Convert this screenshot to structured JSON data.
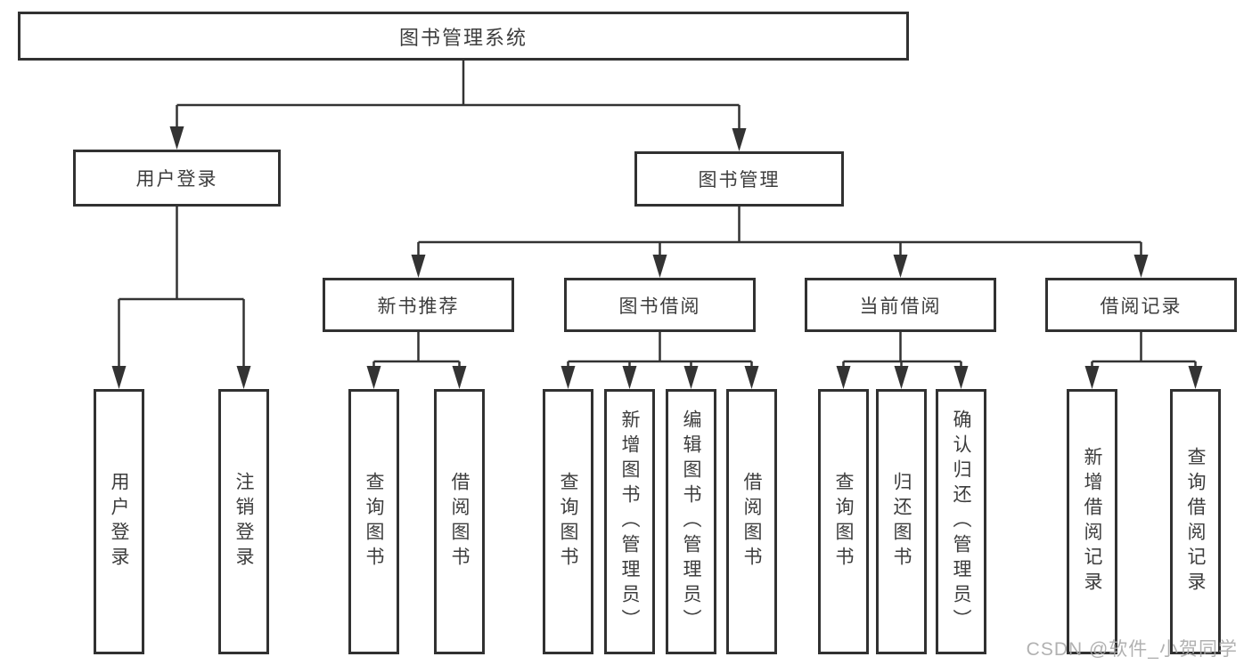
{
  "root": {
    "label": "图书管理系统"
  },
  "branches": [
    {
      "label": "用户登录",
      "leaves": [
        {
          "label": "用户登录"
        },
        {
          "label": "注销登录"
        }
      ]
    },
    {
      "label": "图书管理",
      "groups": [
        {
          "label": "新书推荐",
          "leaves": [
            {
              "label": "查询图书"
            },
            {
              "label": "借阅图书"
            }
          ]
        },
        {
          "label": "图书借阅",
          "leaves": [
            {
              "label": "查询图书"
            },
            {
              "label": "新增图书（管理员）"
            },
            {
              "label": "编辑图书（管理员）"
            },
            {
              "label": "借阅图书"
            }
          ]
        },
        {
          "label": "当前借阅",
          "leaves": [
            {
              "label": "查询图书"
            },
            {
              "label": "归还图书"
            },
            {
              "label": "确认归还（管理员）"
            }
          ]
        },
        {
          "label": "借阅记录",
          "leaves": [
            {
              "label": "新增借阅记录"
            },
            {
              "label": "查询借阅记录"
            }
          ]
        }
      ]
    }
  ],
  "watermark": "CSDN @软件_小贺同学",
  "colors": {
    "line": "#333333",
    "box_border": "#313131",
    "text": "#3d3d3d",
    "watermark": "#a8a8a8",
    "background": "#ffffff"
  }
}
